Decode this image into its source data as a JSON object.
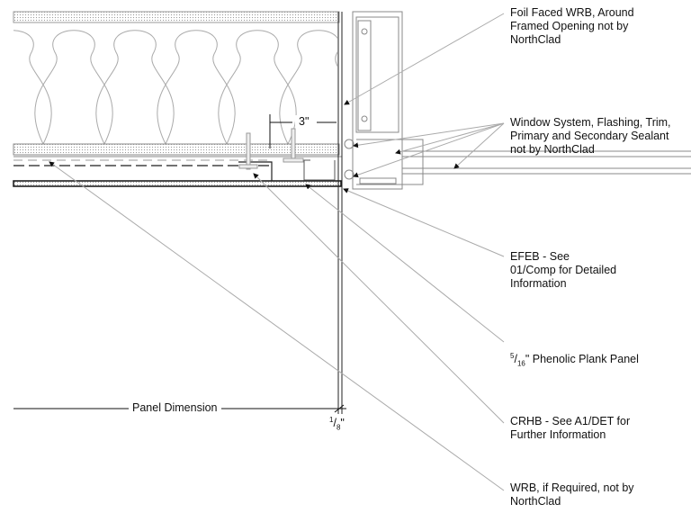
{
  "labels": {
    "foil_wrb": "Foil Faced WRB, Around\nFramed Opening not by\nNorthClad",
    "window_system": "Window System, Flashing, Trim,\nPrimary and Secondary Sealant\nnot by NorthClad",
    "efeb": "EFEB - See\n01/Comp for Detailed\nInformation",
    "phenolic_num": "5",
    "phenolic_den": "16",
    "phenolic": "\" Phenolic Plank Panel",
    "crhb": "CRHB - See A1/DET for\nFurther Information",
    "wrb": "WRB, if Required, not by\nNorthClad"
  },
  "dimensions": {
    "three_inch": "3\"",
    "panel_dimension": "Panel Dimension",
    "eighth_num": "1",
    "eighth_den": "8",
    "eighth_unit": "\""
  }
}
